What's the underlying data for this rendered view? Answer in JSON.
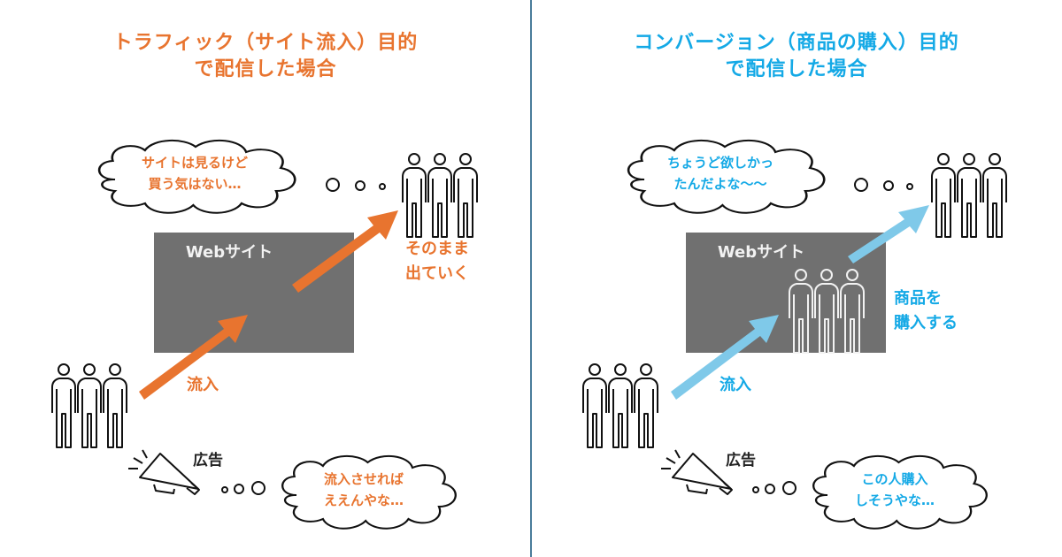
{
  "colors": {
    "traffic_accent": "#e8742f",
    "conversion_accent": "#14a9e6",
    "conversion_arrow": "#7fc9e9",
    "website_box": "#707070",
    "divider": "#4a7d9b"
  },
  "left_panel": {
    "title_line1": "トラフィック（サイト流入）目的",
    "title_line2": "で配信した場合",
    "website_label": "Webサイト",
    "user_thought_line1": "サイトは見るけど",
    "user_thought_line2": "買う気はない…",
    "exit_label_line1": "そのまま",
    "exit_label_line2": "出ていく",
    "inflow_label": "流入",
    "ad_label": "広告",
    "ad_thought_line1": "流入させれば",
    "ad_thought_line2": "ええんやな…"
  },
  "right_panel": {
    "title_line1": "コンバージョン（商品の購入）目的",
    "title_line2": "で配信した場合",
    "website_label": "Webサイト",
    "user_thought_line1": "ちょうど欲しかっ",
    "user_thought_line2": "たんだよな〜〜",
    "purchase_label_line1": "商品を",
    "purchase_label_line2": "購入する",
    "inflow_label": "流入",
    "ad_label": "広告",
    "ad_thought_line1": "この人購入",
    "ad_thought_line2": "しそうやな…"
  },
  "icons": {
    "people_group": "people-group-icon",
    "megaphone": "megaphone-icon",
    "thought_cloud": "thought-cloud-icon",
    "arrow": "arrow-icon"
  }
}
